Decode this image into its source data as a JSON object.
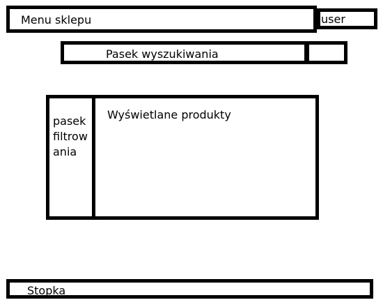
{
  "header": {
    "menu_label": "Menu sklepu",
    "user_label": "user"
  },
  "search": {
    "label": "Pasek wyszukiwania"
  },
  "main": {
    "filter_label": "pasek filtrowania",
    "products_label": "Wyświetlane produkty"
  },
  "footer": {
    "label": "Stopka"
  }
}
